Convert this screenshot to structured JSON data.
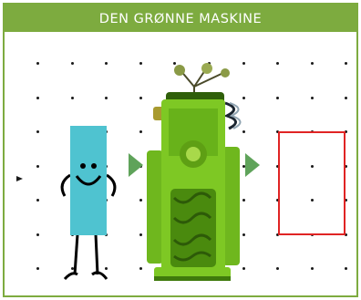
{
  "title": "DEN GRØNNE MASKINE",
  "colors": {
    "frame": "#7dab3f",
    "input_shape": "#4fc3d0",
    "arrow": "#5fa35a",
    "machine": "#7ec824",
    "answer_box": "#e02424"
  },
  "grid": {
    "columns": 10,
    "rows": 7
  },
  "icons": {
    "start_marker": "arrow-right-icon",
    "input_figure": "smiling-rectangle-character",
    "machine": "green-robot-machine",
    "flow_arrows": "triangle-right-icon"
  }
}
